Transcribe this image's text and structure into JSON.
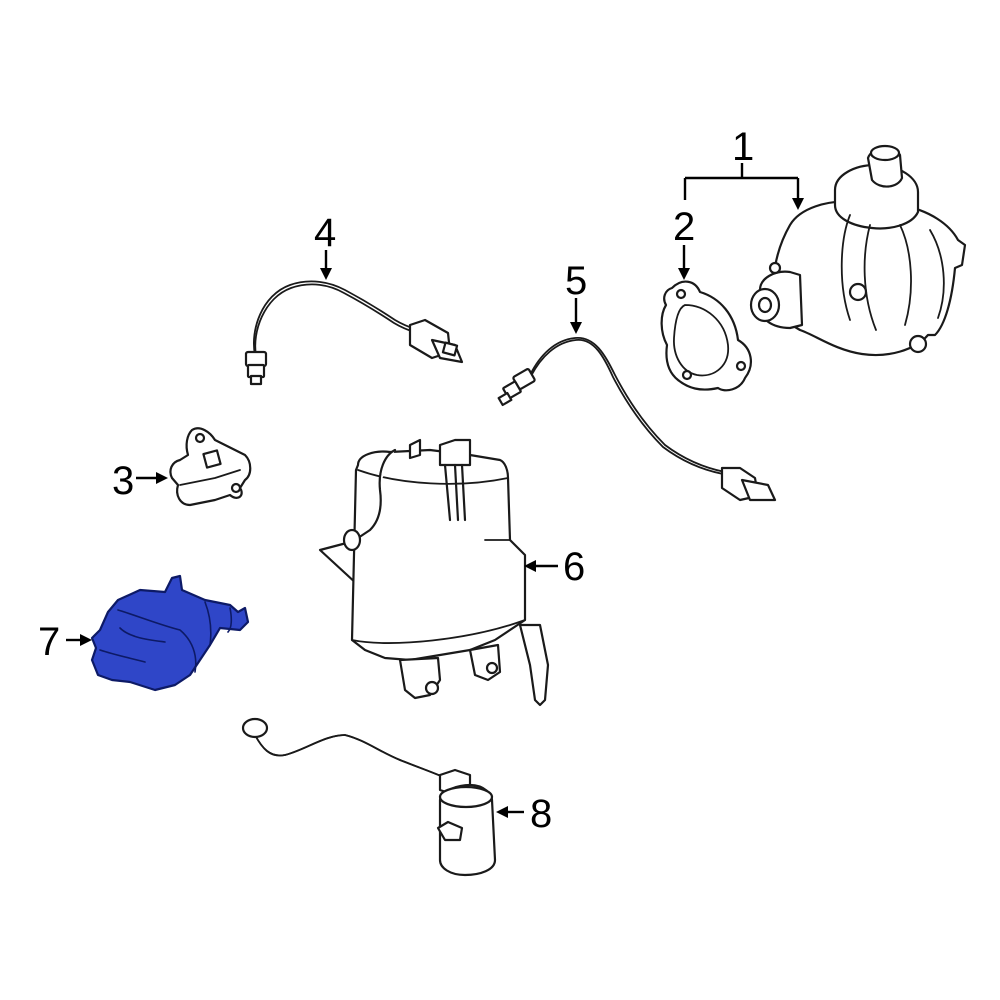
{
  "diagram": {
    "highlight_color": "#2f46c8",
    "highlight_stroke": "#0d1a66",
    "line_color": "#1a1a1a",
    "background": "#ffffff",
    "callouts": [
      {
        "id": "1",
        "label": "1"
      },
      {
        "id": "2",
        "label": "2"
      },
      {
        "id": "3",
        "label": "3"
      },
      {
        "id": "4",
        "label": "4"
      },
      {
        "id": "5",
        "label": "5"
      },
      {
        "id": "6",
        "label": "6"
      },
      {
        "id": "7",
        "label": "7"
      },
      {
        "id": "8",
        "label": "8"
      }
    ],
    "highlighted_part": "7"
  }
}
